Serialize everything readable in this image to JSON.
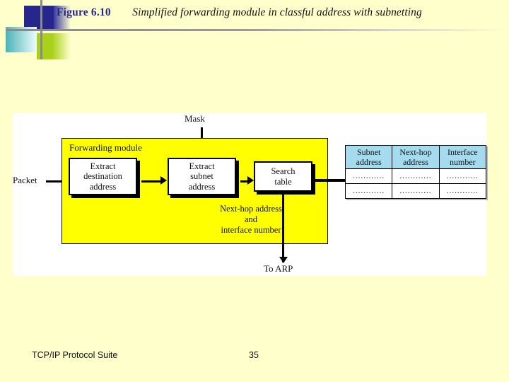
{
  "slide": {
    "background_color": "#ffffcc",
    "figure_number": "Figure 6.10",
    "figure_title": "Simplified forwarding module in classful address with subnetting"
  },
  "figure": {
    "module_label": "Forwarding module",
    "module_color": "#ffff00",
    "input_label": "Packet",
    "mask_label": "Mask",
    "output_label": "To ARP",
    "result_label_line1": "Next-hop address",
    "result_label_line2": "and",
    "result_label_line3": "interface number",
    "boxes": [
      {
        "id": "extract-destination-address",
        "line1": "Extract",
        "line2": "destination",
        "line3": "address"
      },
      {
        "id": "extract-subnet-address",
        "line1": "Extract",
        "line2": "subnet",
        "line3": "address"
      },
      {
        "id": "search-table",
        "line1": "Search",
        "line2": "table",
        "line3": ""
      }
    ]
  },
  "routing_table": {
    "header_color": "#a5dbef",
    "columns": [
      {
        "line1": "Subnet",
        "line2": "address"
      },
      {
        "line1": "Next-hop",
        "line2": "address"
      },
      {
        "line1": "Interface",
        "line2": "number"
      }
    ],
    "rows": [
      [
        "............",
        "............",
        "............"
      ],
      [
        "............",
        "............",
        "............"
      ]
    ]
  },
  "footer": {
    "book_title": "TCP/IP Protocol Suite",
    "page_number": "35"
  }
}
